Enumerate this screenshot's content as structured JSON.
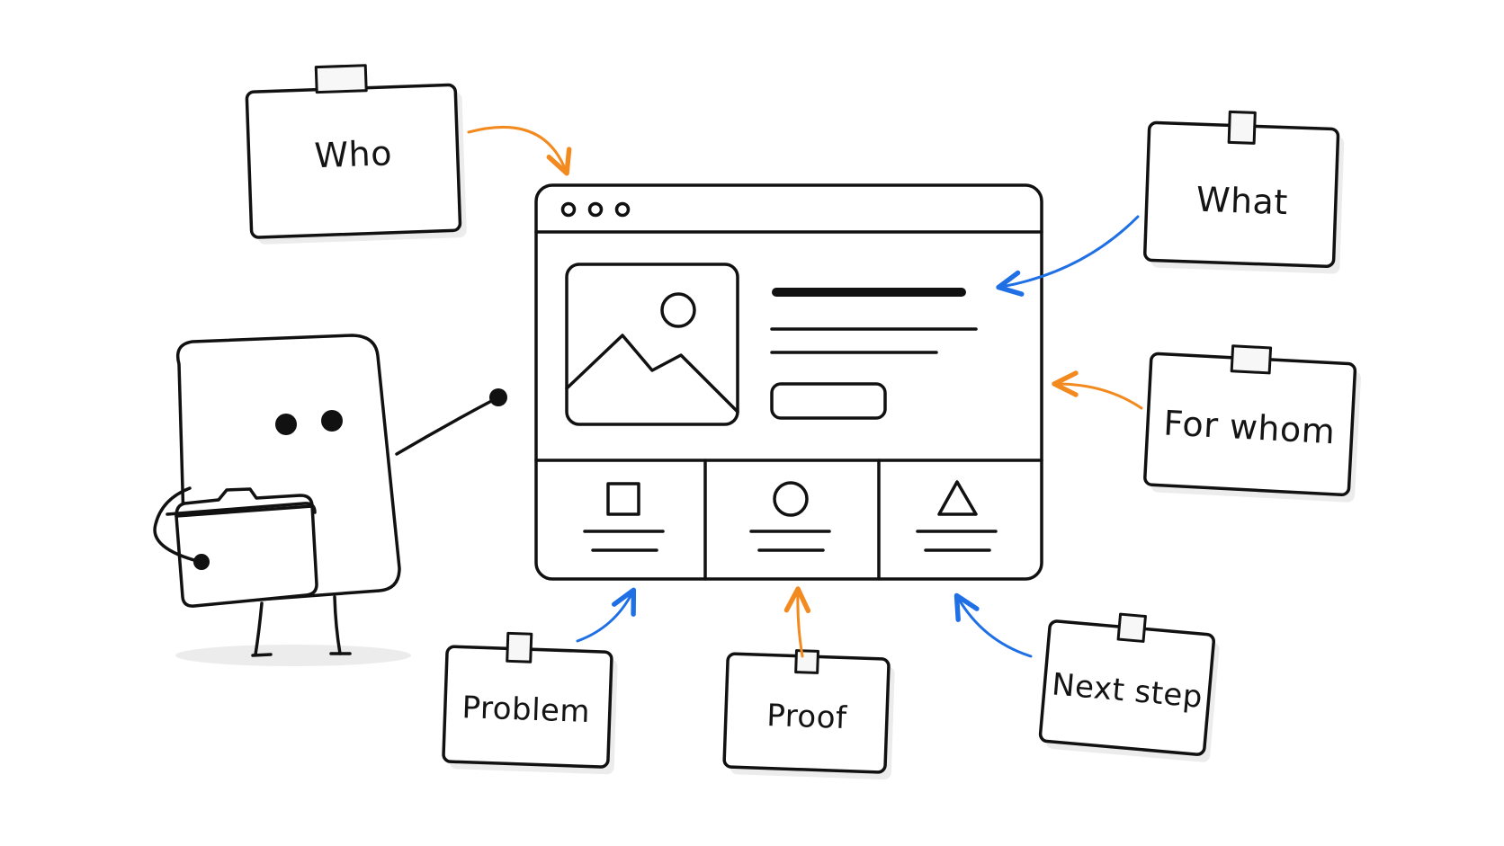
{
  "notes": {
    "who": "Who",
    "what": "What",
    "for_whom": "For whom",
    "problem": "Problem",
    "proof": "Proof",
    "next_step": "Next step"
  },
  "colors": {
    "orange": "#f28a1f",
    "blue": "#1f6fe5",
    "ink": "#111111",
    "shadow": "#ececec"
  },
  "icons": {
    "character": "document-character-icon",
    "folder": "folder-icon",
    "image_placeholder": "image-placeholder-icon",
    "square": "square-icon",
    "circle": "circle-icon",
    "triangle": "triangle-icon"
  }
}
